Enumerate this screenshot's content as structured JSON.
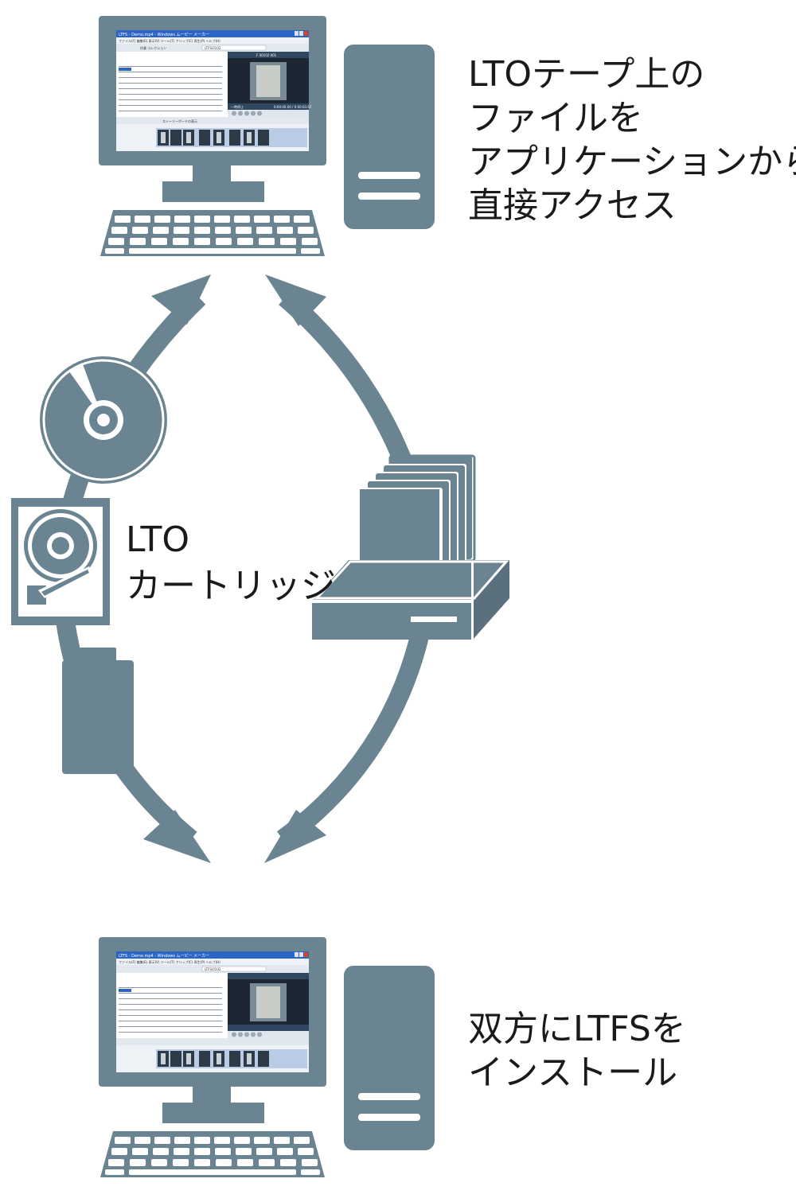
{
  "colors": {
    "slate": "#6b8491",
    "screen_bg": "#ffffff",
    "titlebar": "#2b66c4",
    "text": "#1a1a1a"
  },
  "top_computer": {
    "caption_lines": [
      "LTOテープ上の",
      "ファイルを",
      "アプリケーションから",
      "直接アクセス"
    ],
    "window_title": "LTFS - Demo.mp4 - Windows ムービー メーカー",
    "menu": "ファイル(F)  編集(E)  表示(V)  ツール(T)  クリップ(C)  再生(P)  ヘルプ(H)",
    "toolbar": "作業   コレクション",
    "path": "LTFS/0102",
    "preview_title": "F 00102 001",
    "status_left": "一時停止",
    "status_right": "0:00:00.00 / 0:00:03.67",
    "storyboard": "ストーリーボードの表示"
  },
  "bottom_computer": {
    "caption_lines": [
      "双方にLTFSを",
      "インストール"
    ]
  },
  "middle": {
    "label_lines": [
      "LTO",
      "カートリッジ"
    ]
  },
  "icons": [
    "cd-icon",
    "hard-disk-icon",
    "battery-icon",
    "document-stack-icon",
    "tape-drive-icon",
    "desktop-computer-icon",
    "arrow-icon"
  ]
}
